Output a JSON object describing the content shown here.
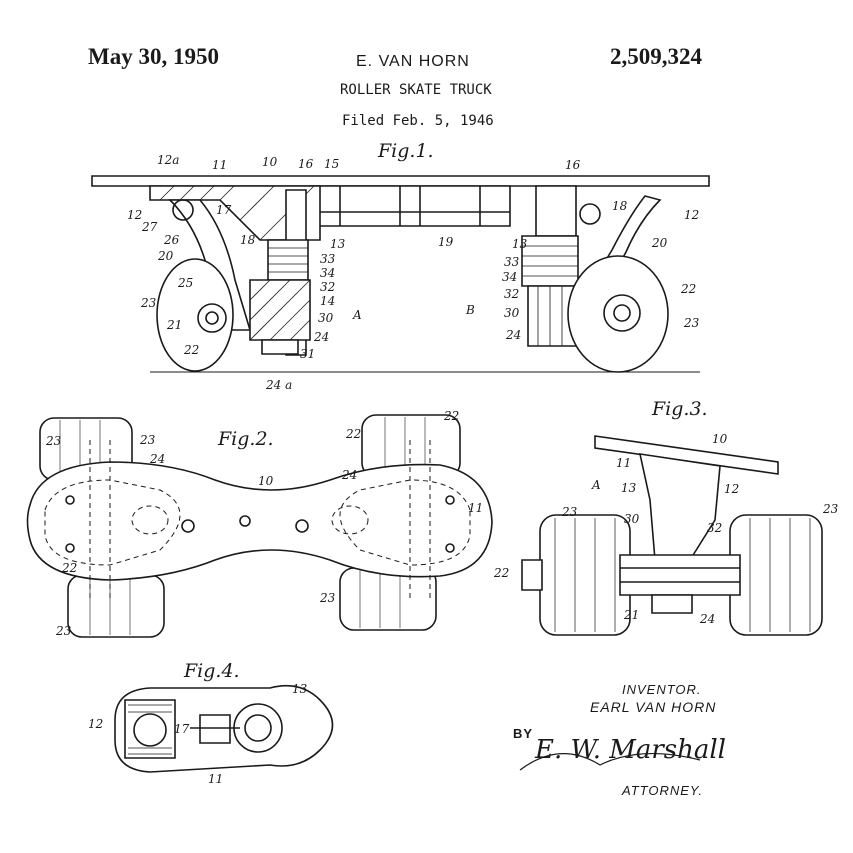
{
  "header": {
    "date": "May 30, 1950",
    "inventor": "E. VAN HORN",
    "patent_number": "2,509,324",
    "title": "ROLLER SKATE TRUCK",
    "filed": "Filed Feb. 5, 1946"
  },
  "figures": {
    "fig1": "Fig.1.",
    "fig2": "Fig.2.",
    "fig3": "Fig.3.",
    "fig4": "Fig.4."
  },
  "fig1_labels": [
    "12a",
    "11",
    "10",
    "16",
    "15",
    "16",
    "12",
    "27",
    "17",
    "18",
    "26",
    "20",
    "13",
    "19",
    "13",
    "18",
    "12",
    "20",
    "33",
    "34",
    "25",
    "32",
    "33",
    "34",
    "22",
    "23",
    "14",
    "32",
    "B",
    "23",
    "21",
    "30",
    "A",
    "30",
    "24",
    "24",
    "22",
    "31",
    "24 a"
  ],
  "fig2_labels": [
    "22",
    "23",
    "22",
    "23",
    "24",
    "10",
    "24",
    "11",
    "22",
    "23",
    "23"
  ],
  "fig3_labels": [
    "10",
    "11",
    "A",
    "13",
    "12",
    "23",
    "30",
    "32",
    "23",
    "22",
    "21",
    "24"
  ],
  "fig4_labels": [
    "13",
    "12",
    "17",
    "11"
  ],
  "signature_block": {
    "inventor_caption": "INVENTOR.",
    "inventor_name": "EARL VAN HORN",
    "by": "BY",
    "signature": "E. W. Marshall",
    "attorney_caption": "ATTORNEY."
  }
}
